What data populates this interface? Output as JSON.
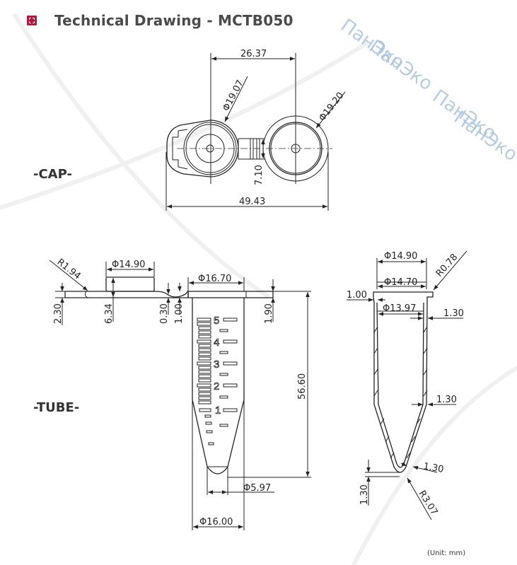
{
  "header": {
    "icon": "drawing-icon",
    "title": "Technical Drawing - MCTB050"
  },
  "watermark": "ПанЭко",
  "sections": {
    "cap": "-CAP-",
    "tube": "-TUBE-"
  },
  "cap_dims": {
    "d1": "26.37",
    "d2": "Φ19.07",
    "d3": "Φ19.20",
    "d4": "7.10",
    "d5": "49.43"
  },
  "tube_side_dims": {
    "r194": "R1.94",
    "d1490": "Φ14.90",
    "d1670": "Φ16.70",
    "h230": "2.30",
    "h634": "6.34",
    "h030": "0.30",
    "h100": "1.00",
    "h190": "1.90",
    "h5660": "56.60",
    "d597": "Φ5.97",
    "d1600": "Φ16.00"
  },
  "graduations": [
    "5",
    "4",
    "3",
    "2",
    "1"
  ],
  "tube_section_dims": {
    "d1490": "Φ14.90",
    "d1470": "Φ14.70",
    "r078": "R0.78",
    "t100": "1.00",
    "d1397": "Φ13.97",
    "t130a": "1.30",
    "t130b": "1.30",
    "t130c": "1.30",
    "t130d": "1.30",
    "r307": "R3.07"
  },
  "unit": "(Unit: mm)"
}
